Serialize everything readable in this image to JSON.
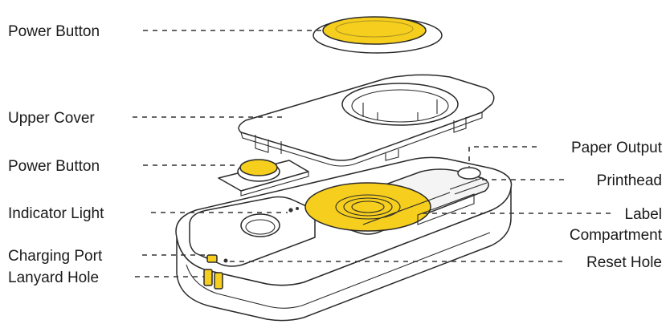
{
  "labels": {
    "power_button_top": "Power Button",
    "upper_cover": "Upper Cover",
    "power_button_inner": "Power Button",
    "indicator_light": "Indicator Light",
    "charging_port": "Charging Port",
    "lanyard_hole": "Lanyard Hole",
    "paper_output": "Paper Output",
    "printhead": "Printhead",
    "label_compartment_line1": "Label",
    "label_compartment_line2": "Compartment",
    "reset_hole": "Reset Hole"
  },
  "colors": {
    "accent": "#F6CE1E",
    "outline": "#2a2a2a",
    "body": "#ffffff",
    "text": "#1a1a1a"
  }
}
